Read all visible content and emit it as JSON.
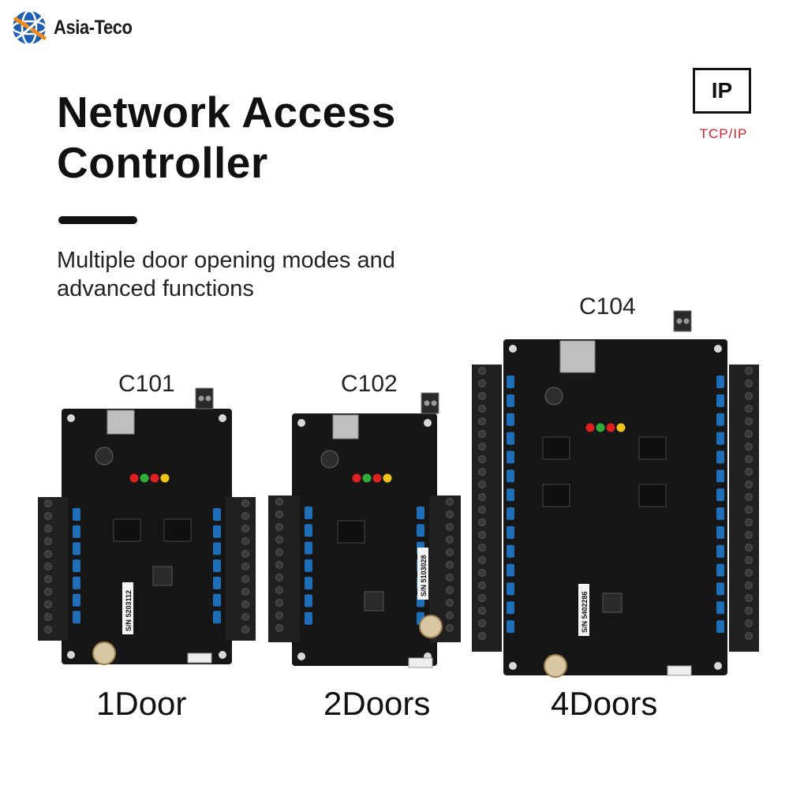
{
  "brand": {
    "name": "Asia-Teco"
  },
  "headline": {
    "line1": "Network Access",
    "line2": "Controller"
  },
  "subtitle": {
    "line1": "Multiple door opening modes and",
    "line2": "advanced functions"
  },
  "badge": {
    "label": "IP",
    "caption": "TCP/IP"
  },
  "products": [
    {
      "model": "C101",
      "doors": "1Door",
      "serial": "S/N 5203112"
    },
    {
      "model": "C102",
      "doors": "2Doors",
      "serial": "S/N 5103028"
    },
    {
      "model": "C104",
      "doors": "4Doors",
      "serial": "S/N 5402286"
    }
  ],
  "colors": {
    "pcb": "#161616",
    "terminal": "#202020",
    "capacitor": "#1f6fb8",
    "led_red": "#e02020",
    "led_green": "#2fae3a",
    "led_yellow": "#f2c318",
    "badge_caption": "#d8202a"
  }
}
